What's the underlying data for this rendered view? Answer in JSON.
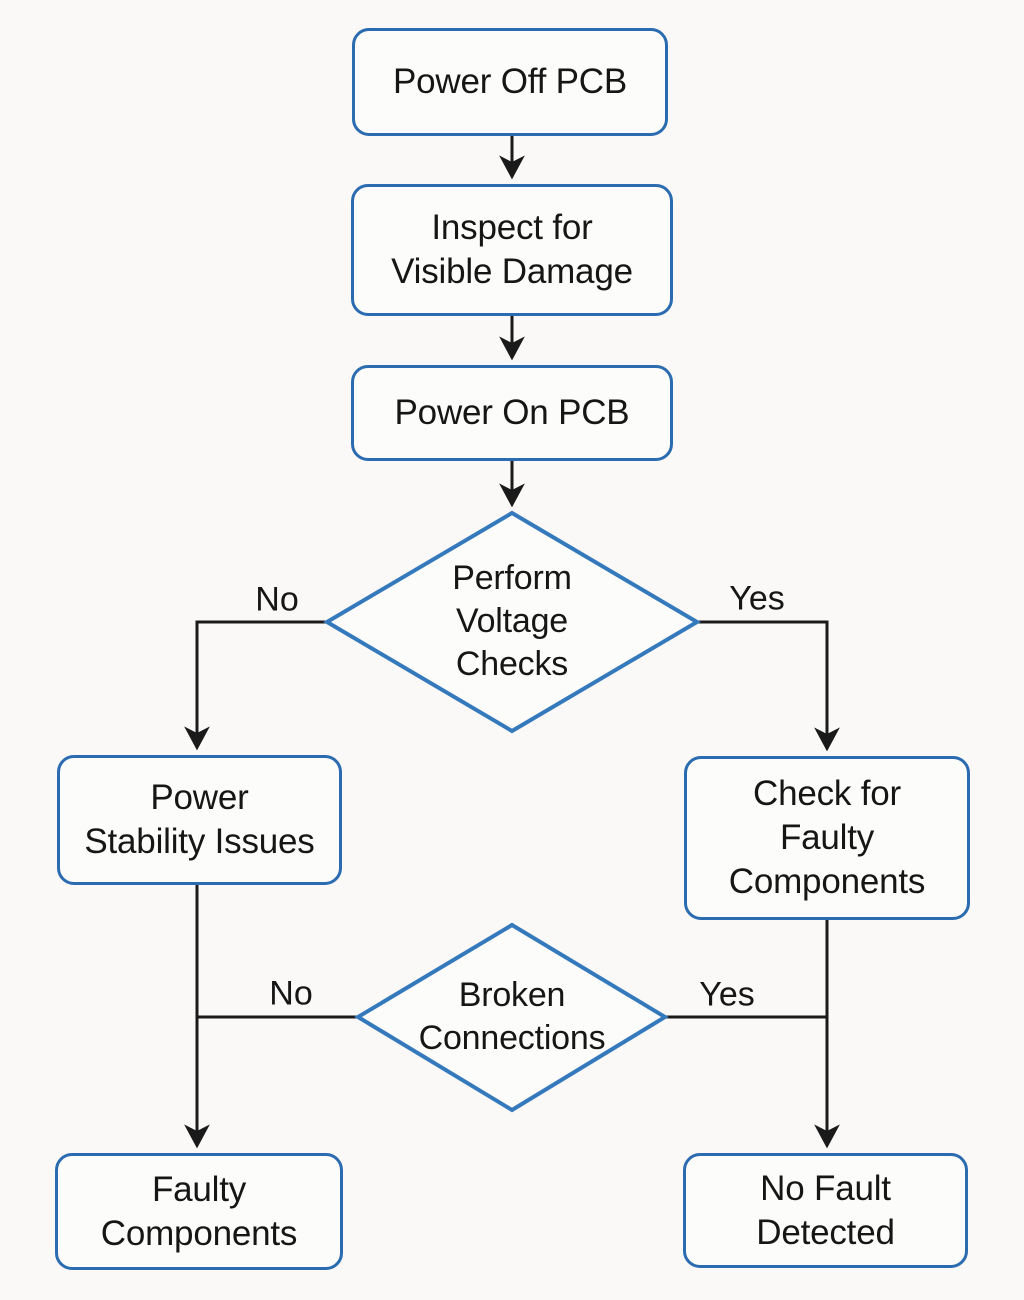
{
  "colors": {
    "background": "#faf9f7",
    "node_fill": "#fcfcfa",
    "node_border": "#2b6cb0",
    "diamond_border": "#3579bd",
    "line": "#1a1a1a",
    "text": "#161616"
  },
  "nodes": {
    "power_off": {
      "lines": [
        "Power Off PCB"
      ]
    },
    "inspect": {
      "lines": [
        "Inspect for",
        "Visible Damage"
      ]
    },
    "power_on": {
      "lines": [
        "Power On PCB"
      ]
    },
    "voltage": {
      "lines": [
        "Perform",
        "Voltage",
        "Checks"
      ]
    },
    "stability": {
      "lines": [
        "Power",
        "Stability Issues"
      ]
    },
    "check_faulty": {
      "lines": [
        "Check for",
        "Faulty",
        "Components"
      ]
    },
    "broken": {
      "lines": [
        "Broken",
        "Connections"
      ]
    },
    "faulty": {
      "lines": [
        "Faulty",
        "Components"
      ]
    },
    "no_fault": {
      "lines": [
        "No Fault",
        "Detected"
      ]
    }
  },
  "edge_labels": {
    "voltage_no": "No",
    "voltage_yes": "Yes",
    "broken_no": "No",
    "broken_yes": "Yes"
  }
}
